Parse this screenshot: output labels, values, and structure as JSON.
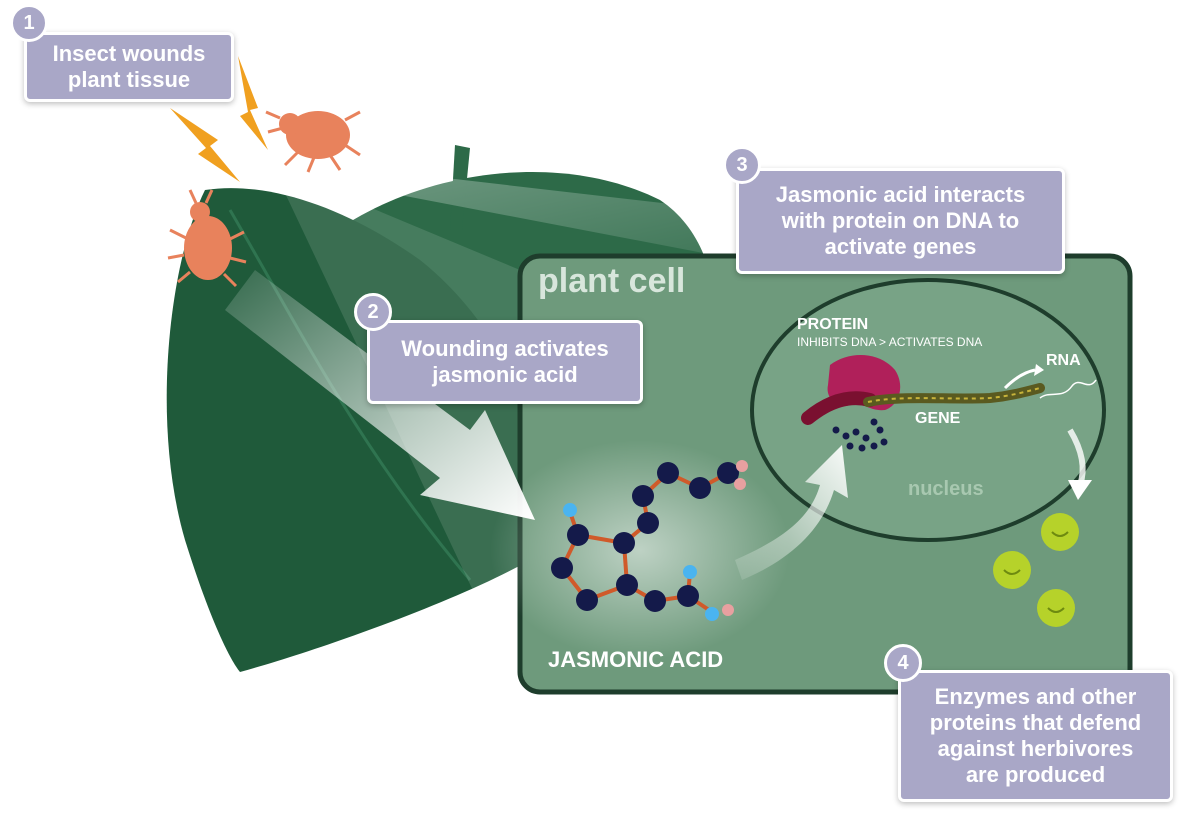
{
  "steps": [
    {
      "number": "1",
      "lines": [
        "Insect wounds",
        "plant tissue"
      ]
    },
    {
      "number": "2",
      "lines": [
        "Wounding activates",
        "jasmonic acid"
      ]
    },
    {
      "number": "3",
      "lines": [
        "Jasmonic acid interacts",
        "with protein on DNA to",
        "activate genes"
      ]
    },
    {
      "number": "4",
      "lines": [
        "Enzymes and other",
        "proteins that defend",
        "against herbivores",
        "are produced"
      ]
    }
  ],
  "cell": {
    "title": "plant cell",
    "nucleus_label": "nucleus",
    "protein_label": "PROTEIN",
    "protein_sublabel": "INHIBITS DNA > ACTIVATES DNA",
    "gene_label": "GENE",
    "rna_label": "RNA",
    "molecule_label": "JASMONIC ACID"
  },
  "colors": {
    "leaf": "#1f5a3a",
    "cell_fill": "#6e9a7c",
    "cell_border": "#1e3d2c",
    "callout": "#a9a7c7",
    "insect": "#e8825c",
    "lightning": "#f0a020",
    "atom": "#141a4a",
    "bond": "#d05a2a",
    "protein": "#b0205a",
    "enzyme": "#b6d22a"
  }
}
